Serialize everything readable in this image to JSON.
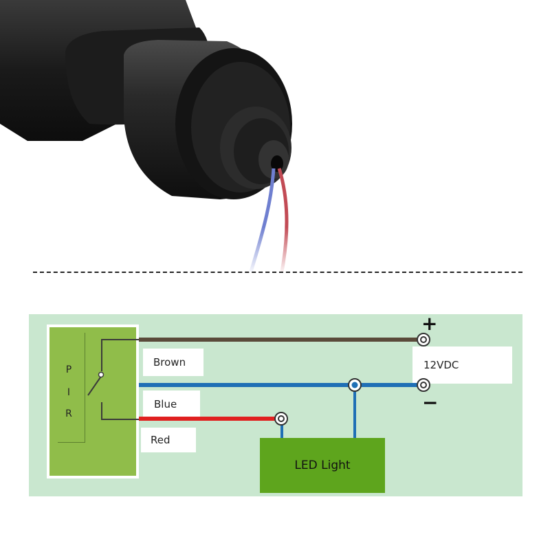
{
  "diagram": {
    "pir_letters": [
      "P",
      "I",
      "R"
    ],
    "wire_labels": {
      "brown": "Brown",
      "blue": "Blue",
      "red": "Red"
    },
    "supply_label": "12VDC",
    "plus": "+",
    "minus": "−",
    "load_label": "LED Light"
  },
  "colors": {
    "panel": "#c9e7cf",
    "pir": "#90bd4a",
    "led": "#5ea51d",
    "brown_wire": "#5a4a3a",
    "blue_wire": "#1f6fb5",
    "red_wire": "#e02020"
  }
}
